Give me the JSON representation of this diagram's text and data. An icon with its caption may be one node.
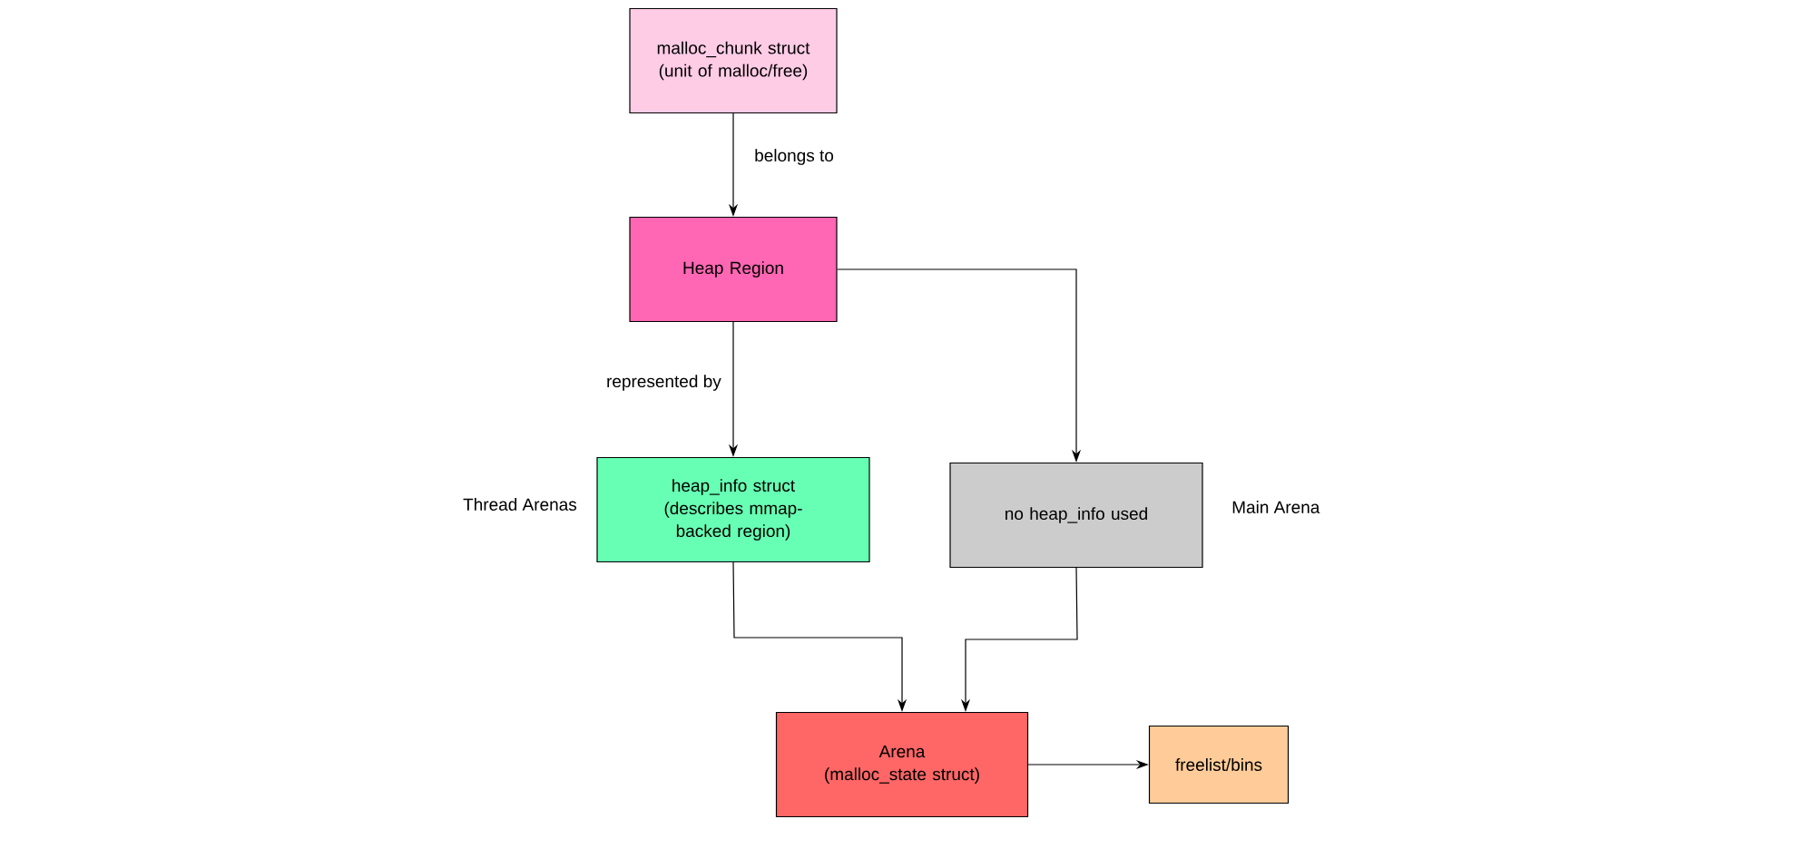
{
  "diagram": {
    "nodes": [
      {
        "text": [
          "malloc_chunk struct (unit of malloc/free)"
        ]
      },
      {
        "text": [
          "Heap Region"
        ]
      },
      {
        "text": [
          "heap_info struct (describes mmap-backed region)"
        ],
        "beside": [
          "Thread Arenas"
        ]
      },
      {
        "text": [
          "no heap_info used"
        ],
        "beside": [
          "Main Arena"
        ]
      },
      {
        "text": [
          "Arena",
          "(malloc_state struct)"
        ]
      },
      {
        "text": [
          "freelist/bins"
        ]
      }
    ],
    "edges": [
      {
        "from": 0,
        "to": 1,
        "arrow": "to",
        "label": "belongs to"
      },
      {
        "from": 1,
        "to": 2,
        "arrow": "to",
        "label": "represented by"
      },
      {
        "from": 1,
        "to": 3,
        "arrow": "to"
      },
      {
        "from": 2,
        "to": 4,
        "arrow": "to"
      },
      {
        "from": 3,
        "to": 4,
        "arrow": "to"
      },
      {
        "from": 4,
        "to": 5,
        "arrow": "to"
      }
    ]
  }
}
